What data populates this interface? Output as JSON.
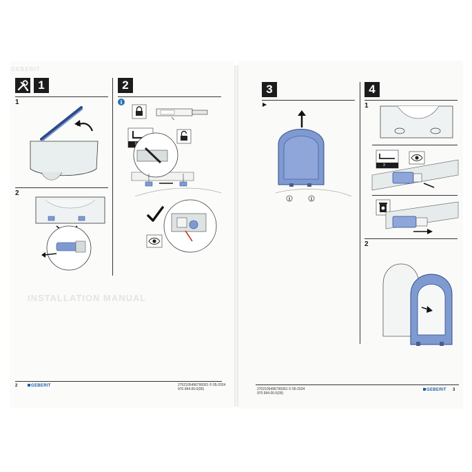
{
  "brand": "GEBERIT",
  "left_page": {
    "page_number": "2",
    "steps": [
      {
        "label": "1",
        "substeps": [
          "1",
          "2"
        ]
      },
      {
        "label": "2",
        "substeps": []
      }
    ],
    "hex_key_label": "5 mm",
    "footer_lines": [
      "2702105496799391 © 05-2024",
      "970.994.00.0(00)"
    ],
    "ghost_title": "INSTALLATION MANUAL"
  },
  "right_page": {
    "page_number": "3",
    "steps": [
      {
        "label": "3",
        "substeps": []
      },
      {
        "label": "4",
        "substeps": [
          "1",
          "2"
        ]
      }
    ],
    "hex_key_label": "3",
    "footer_lines": [
      "2702105496799391 © 05-2024",
      "970.994.00.0(00)"
    ]
  },
  "icons": {
    "tool": "wrench-screwdriver-icon",
    "info": "info-icon",
    "locked": "padlock-locked-icon",
    "unlocked": "padlock-unlocked-icon",
    "eye": "eye-icon",
    "check": "checkmark-icon",
    "play": "play-triangle-icon",
    "recycle": "recycle-bin-icon"
  },
  "colors": {
    "step_box": "#1c1c1c",
    "seat_blue": "#7f9ad0",
    "seat_outline": "#2f4a8a",
    "ceramic": "#e9efef",
    "brand_blue": "#1a5fa8",
    "info_blue": "#2a6fb8"
  }
}
